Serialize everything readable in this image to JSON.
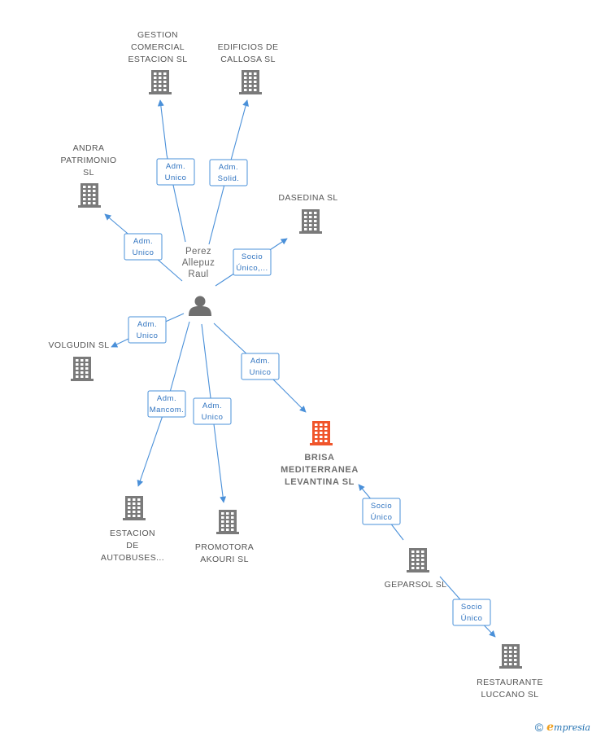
{
  "person": {
    "name_lines": [
      "Perez",
      "Allepuz",
      "Raul"
    ],
    "icon": "person-icon"
  },
  "companies": [
    {
      "id": "gestion",
      "lines": [
        "GESTION",
        "COMERCIAL",
        "ESTACION SL"
      ],
      "focus": false
    },
    {
      "id": "edificios",
      "lines": [
        "EDIFICIOS DE",
        "CALLOSA SL"
      ],
      "focus": false
    },
    {
      "id": "andra",
      "lines": [
        "ANDRA",
        "PATRIMONIO",
        "SL"
      ],
      "focus": false
    },
    {
      "id": "dasedina",
      "lines": [
        "DASEDINA SL"
      ],
      "focus": false
    },
    {
      "id": "volgudin",
      "lines": [
        "VOLGUDIN SL"
      ],
      "focus": false
    },
    {
      "id": "brisa",
      "lines": [
        "BRISA",
        "MEDITERRANEA",
        "LEVANTINA SL"
      ],
      "focus": true
    },
    {
      "id": "estacion",
      "lines": [
        "ESTACION",
        "DE",
        "AUTOBUSES..."
      ],
      "focus": false
    },
    {
      "id": "promotora",
      "lines": [
        "PROMOTORA",
        "AKOURI SL"
      ],
      "focus": false
    },
    {
      "id": "geparsol",
      "lines": [
        "GEPARSOL SL"
      ],
      "focus": false
    },
    {
      "id": "restaurante",
      "lines": [
        "RESTAURANTE",
        "LUCCANO SL"
      ],
      "focus": false
    }
  ],
  "edges": [
    {
      "from": "person",
      "to": "gestion",
      "label": [
        "Adm.",
        "Unico"
      ]
    },
    {
      "from": "person",
      "to": "edificios",
      "label": [
        "Adm.",
        "Solid."
      ]
    },
    {
      "from": "person",
      "to": "andra",
      "label": [
        "Adm.",
        "Unico"
      ]
    },
    {
      "from": "person",
      "to": "dasedina",
      "label": [
        "Socio",
        "Único,..."
      ]
    },
    {
      "from": "person",
      "to": "volgudin",
      "label": [
        "Adm.",
        "Unico"
      ]
    },
    {
      "from": "person",
      "to": "brisa",
      "label": [
        "Adm.",
        "Unico"
      ]
    },
    {
      "from": "person",
      "to": "estacion",
      "label": [
        "Adm.",
        "Mancom."
      ]
    },
    {
      "from": "person",
      "to": "promotora",
      "label": [
        "Adm.",
        "Unico"
      ]
    },
    {
      "from": "geparsol",
      "to": "brisa",
      "label": [
        "Socio",
        "Único"
      ]
    },
    {
      "from": "geparsol",
      "to": "restaurante",
      "label": [
        "Socio",
        "Único"
      ]
    }
  ],
  "colors": {
    "building": "#7a7a7a",
    "focus_building": "#f0552b",
    "edge": "#4a90d9",
    "person": "#6f6f6f"
  },
  "footer": {
    "copyright": "©",
    "brand_initial": "e",
    "brand_rest": "mpresia"
  }
}
